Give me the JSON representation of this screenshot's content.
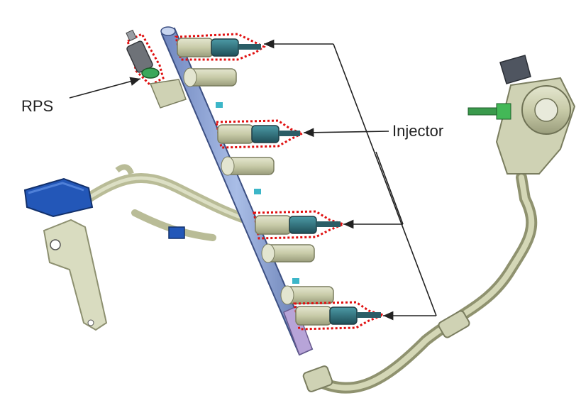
{
  "labels": {
    "rps": "RPS",
    "injector": "Injector"
  },
  "colors": {
    "fuel_rail": "#8ea6d6",
    "injector_body": "#cfd2b4",
    "injector_tip": "#2f6f7a",
    "highlight": "#e01010",
    "connector": "#2357b8",
    "fuel_pipe": "#c7caa4",
    "leader": "#222222"
  },
  "icons": [
    "fuel-rail",
    "fuel-injector",
    "rail-pressure-sensor",
    "high-pressure-fuel-pump",
    "wiring-connector",
    "fuel-pipe"
  ]
}
